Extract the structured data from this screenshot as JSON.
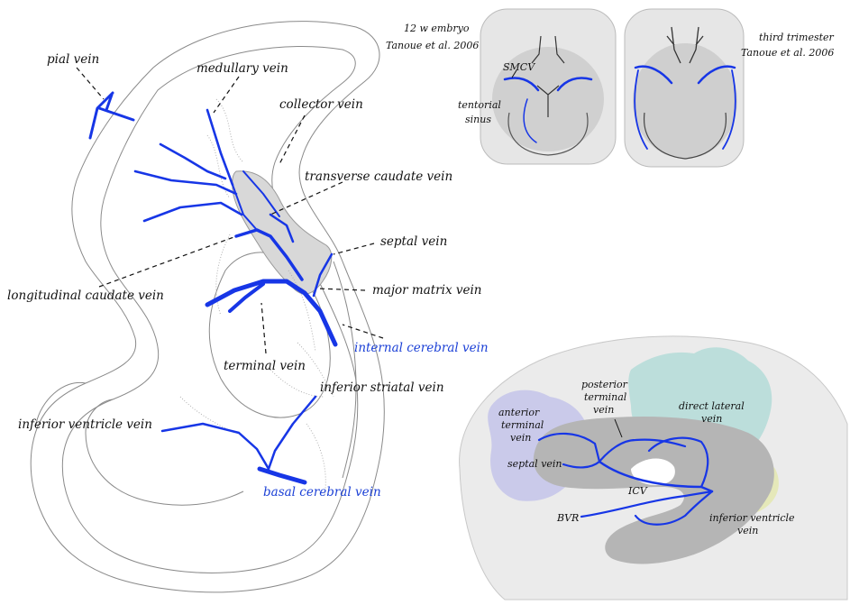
{
  "left_labels": {
    "pial_vein": "pial vein",
    "medullary_vein": "medullary vein",
    "collector_vein": "collector vein",
    "transverse_caudate_vein": "transverse caudate vein",
    "septal_vein": "septal vein",
    "longitudinal_caudate_vein": "longitudinal caudate vein",
    "major_matrix_vein": "major matrix vein",
    "internal_cerebral_vein": "internal cerebral vein",
    "terminal_vein": "terminal vein",
    "inferior_striatal_vein": "inferior striatal vein",
    "inferior_ventricle_vein": "inferior ventricle vein",
    "basal_cerebral_vein": "basal cerebral vein"
  },
  "top_right": {
    "left_caption_line1": "12 w embryo",
    "left_caption_line2": "Tanoue et al. 2006",
    "right_caption_line1": "third trimester",
    "right_caption_line2": "Tanoue et al. 2006",
    "smcv": "SMCV",
    "tentorial_line1": "tentorial",
    "tentorial_line2": "sinus"
  },
  "bottom_right": {
    "anterior_terminal_line1": "anterior",
    "anterior_terminal_line2": "terminal",
    "anterior_terminal_line3": "vein",
    "posterior_terminal_line1": "posterior",
    "posterior_terminal_line2": "terminal",
    "posterior_terminal_line3": "vein",
    "direct_lateral_line1": "direct lateral",
    "direct_lateral_line2": "vein",
    "septal_vein": "septal vein",
    "icv": "ICV",
    "bvr": "BVR",
    "inferior_ventricle_line1": "inferior ventricle",
    "inferior_ventricle_line2": "vein"
  },
  "colors": {
    "vein": "#1736e6",
    "blue_label": "#1a3fd6",
    "lilac_region": "#c7c6ea",
    "teal_region": "#b4dcd8",
    "yellow_region": "#e4e8b0",
    "ventricle_gray": "#b5b5b5"
  }
}
